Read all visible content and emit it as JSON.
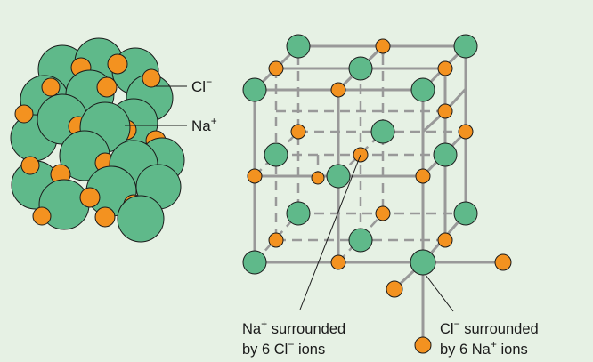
{
  "colors": {
    "background": "#e6f1e4",
    "chloride_fill": "#5fb98a",
    "sodium_fill": "#f39220",
    "outline": "#1a1a1a",
    "bond_line": "#999999"
  },
  "labels": {
    "chloride_ion": {
      "base": "Cl",
      "sup": "−"
    },
    "sodium_ion": {
      "base": "Na",
      "sup": "+"
    },
    "na_caption": {
      "line1_base": "Na",
      "line1_sup": "+",
      "line1_rest": " surrounded",
      "line2_base": "by 6 Cl",
      "line2_sup": "−",
      "line2_rest": " ions"
    },
    "cl_caption": {
      "line1_base": "Cl",
      "line1_sup": "−",
      "line1_rest": " surrounded",
      "line2_base": "by 6 Na",
      "line2_sup": "+",
      "line2_rest": " ions"
    }
  }
}
